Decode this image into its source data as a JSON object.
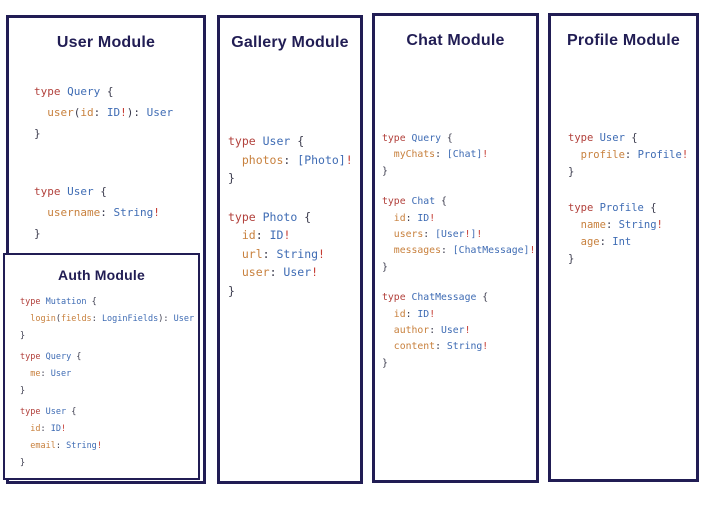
{
  "colors": {
    "panel_border": "#211d54",
    "title_text": "#211d54",
    "keyword_red": "#b2413c",
    "type_blue": "#3f6cb4",
    "field_orange": "#c8813e",
    "punctuation_dark": "#3c3c4e",
    "bang_red": "#c53b32",
    "background": "#ffffff"
  },
  "modules": [
    {
      "id": "user",
      "title": "User Module",
      "blocks": [
        [
          [
            {
              "t": "type ",
              "c": "k"
            },
            {
              "t": "Query",
              "c": "t"
            },
            {
              "t": " {",
              "c": "p"
            }
          ],
          [
            {
              "t": "  ",
              "c": "p"
            },
            {
              "t": "user",
              "c": "f"
            },
            {
              "t": "(",
              "c": "p"
            },
            {
              "t": "id",
              "c": "f"
            },
            {
              "t": ": ",
              "c": "p"
            },
            {
              "t": "ID",
              "c": "t"
            },
            {
              "t": "!",
              "c": "b"
            },
            {
              "t": "): ",
              "c": "p"
            },
            {
              "t": "User",
              "c": "t"
            }
          ],
          [
            {
              "t": "}",
              "c": "p"
            }
          ]
        ],
        [
          [
            {
              "t": "type ",
              "c": "k"
            },
            {
              "t": "User",
              "c": "t"
            },
            {
              "t": " {",
              "c": "p"
            }
          ],
          [
            {
              "t": "  ",
              "c": "p"
            },
            {
              "t": "username",
              "c": "f"
            },
            {
              "t": ": ",
              "c": "p"
            },
            {
              "t": "String",
              "c": "t"
            },
            {
              "t": "!",
              "c": "b"
            }
          ],
          [
            {
              "t": "}",
              "c": "p"
            }
          ]
        ]
      ]
    },
    {
      "id": "auth",
      "title": "Auth Module",
      "blocks": [
        [
          [
            {
              "t": "type ",
              "c": "k"
            },
            {
              "t": "Mutation",
              "c": "t"
            },
            {
              "t": " {",
              "c": "p"
            }
          ],
          [
            {
              "t": "  ",
              "c": "p"
            },
            {
              "t": "login",
              "c": "f"
            },
            {
              "t": "(",
              "c": "p"
            },
            {
              "t": "fields",
              "c": "f"
            },
            {
              "t": ": ",
              "c": "p"
            },
            {
              "t": "LoginFields",
              "c": "t"
            },
            {
              "t": "): ",
              "c": "p"
            },
            {
              "t": "User",
              "c": "t"
            }
          ],
          [
            {
              "t": "}",
              "c": "p"
            }
          ]
        ],
        [
          [
            {
              "t": "type ",
              "c": "k"
            },
            {
              "t": "Query",
              "c": "t"
            },
            {
              "t": " {",
              "c": "p"
            }
          ],
          [
            {
              "t": "  ",
              "c": "p"
            },
            {
              "t": "me",
              "c": "f"
            },
            {
              "t": ": ",
              "c": "p"
            },
            {
              "t": "User",
              "c": "t"
            }
          ],
          [
            {
              "t": "}",
              "c": "p"
            }
          ]
        ],
        [
          [
            {
              "t": "type ",
              "c": "k"
            },
            {
              "t": "User",
              "c": "t"
            },
            {
              "t": " {",
              "c": "p"
            }
          ],
          [
            {
              "t": "  ",
              "c": "p"
            },
            {
              "t": "id",
              "c": "f"
            },
            {
              "t": ": ",
              "c": "p"
            },
            {
              "t": "ID",
              "c": "t"
            },
            {
              "t": "!",
              "c": "b"
            }
          ],
          [
            {
              "t": "  ",
              "c": "p"
            },
            {
              "t": "email",
              "c": "f"
            },
            {
              "t": ": ",
              "c": "p"
            },
            {
              "t": "String",
              "c": "t"
            },
            {
              "t": "!",
              "c": "b"
            }
          ],
          [
            {
              "t": "}",
              "c": "p"
            }
          ]
        ]
      ]
    },
    {
      "id": "gallery",
      "title": "Gallery Module",
      "blocks": [
        [
          [
            {
              "t": "type ",
              "c": "k"
            },
            {
              "t": "User",
              "c": "t"
            },
            {
              "t": " {",
              "c": "p"
            }
          ],
          [
            {
              "t": "  ",
              "c": "p"
            },
            {
              "t": "photos",
              "c": "f"
            },
            {
              "t": ": ",
              "c": "p"
            },
            {
              "t": "[Photo]",
              "c": "t"
            },
            {
              "t": "!",
              "c": "b"
            }
          ],
          [
            {
              "t": "}",
              "c": "p"
            }
          ]
        ],
        [
          [
            {
              "t": "type ",
              "c": "k"
            },
            {
              "t": "Photo",
              "c": "t"
            },
            {
              "t": " {",
              "c": "p"
            }
          ],
          [
            {
              "t": "  ",
              "c": "p"
            },
            {
              "t": "id",
              "c": "f"
            },
            {
              "t": ": ",
              "c": "p"
            },
            {
              "t": "ID",
              "c": "t"
            },
            {
              "t": "!",
              "c": "b"
            }
          ],
          [
            {
              "t": "  ",
              "c": "p"
            },
            {
              "t": "url",
              "c": "f"
            },
            {
              "t": ": ",
              "c": "p"
            },
            {
              "t": "String",
              "c": "t"
            },
            {
              "t": "!",
              "c": "b"
            }
          ],
          [
            {
              "t": "  ",
              "c": "p"
            },
            {
              "t": "user",
              "c": "f"
            },
            {
              "t": ": ",
              "c": "p"
            },
            {
              "t": "User",
              "c": "t"
            },
            {
              "t": "!",
              "c": "b"
            }
          ],
          [
            {
              "t": "}",
              "c": "p"
            }
          ]
        ]
      ]
    },
    {
      "id": "chat",
      "title": "Chat Module",
      "blocks": [
        [
          [
            {
              "t": "type ",
              "c": "k"
            },
            {
              "t": "Query",
              "c": "t"
            },
            {
              "t": " {",
              "c": "p"
            }
          ],
          [
            {
              "t": "  ",
              "c": "p"
            },
            {
              "t": "myChats",
              "c": "f"
            },
            {
              "t": ": ",
              "c": "p"
            },
            {
              "t": "[Chat]",
              "c": "t"
            },
            {
              "t": "!",
              "c": "b"
            }
          ],
          [
            {
              "t": "}",
              "c": "p"
            }
          ]
        ],
        [
          [
            {
              "t": "type ",
              "c": "k"
            },
            {
              "t": "Chat",
              "c": "t"
            },
            {
              "t": " {",
              "c": "p"
            }
          ],
          [
            {
              "t": "  ",
              "c": "p"
            },
            {
              "t": "id",
              "c": "f"
            },
            {
              "t": ": ",
              "c": "p"
            },
            {
              "t": "ID",
              "c": "t"
            },
            {
              "t": "!",
              "c": "b"
            }
          ],
          [
            {
              "t": "  ",
              "c": "p"
            },
            {
              "t": "users",
              "c": "f"
            },
            {
              "t": ": ",
              "c": "p"
            },
            {
              "t": "[User",
              "c": "t"
            },
            {
              "t": "!",
              "c": "b"
            },
            {
              "t": "]",
              "c": "t"
            },
            {
              "t": "!",
              "c": "b"
            }
          ],
          [
            {
              "t": "  ",
              "c": "p"
            },
            {
              "t": "messages",
              "c": "f"
            },
            {
              "t": ": ",
              "c": "p"
            },
            {
              "t": "[ChatMessage]",
              "c": "t"
            },
            {
              "t": "!",
              "c": "b"
            }
          ],
          [
            {
              "t": "}",
              "c": "p"
            }
          ]
        ],
        [
          [
            {
              "t": "type ",
              "c": "k"
            },
            {
              "t": "ChatMessage",
              "c": "t"
            },
            {
              "t": " {",
              "c": "p"
            }
          ],
          [
            {
              "t": "  ",
              "c": "p"
            },
            {
              "t": "id",
              "c": "f"
            },
            {
              "t": ": ",
              "c": "p"
            },
            {
              "t": "ID",
              "c": "t"
            },
            {
              "t": "!",
              "c": "b"
            }
          ],
          [
            {
              "t": "  ",
              "c": "p"
            },
            {
              "t": "author",
              "c": "f"
            },
            {
              "t": ": ",
              "c": "p"
            },
            {
              "t": "User",
              "c": "t"
            },
            {
              "t": "!",
              "c": "b"
            }
          ],
          [
            {
              "t": "  ",
              "c": "p"
            },
            {
              "t": "content",
              "c": "f"
            },
            {
              "t": ": ",
              "c": "p"
            },
            {
              "t": "String",
              "c": "t"
            },
            {
              "t": "!",
              "c": "b"
            }
          ],
          [
            {
              "t": "}",
              "c": "p"
            }
          ]
        ]
      ]
    },
    {
      "id": "profile",
      "title": "Profile Module",
      "blocks": [
        [
          [
            {
              "t": "type ",
              "c": "k"
            },
            {
              "t": "User",
              "c": "t"
            },
            {
              "t": " {",
              "c": "p"
            }
          ],
          [
            {
              "t": "  ",
              "c": "p"
            },
            {
              "t": "profile",
              "c": "f"
            },
            {
              "t": ": ",
              "c": "p"
            },
            {
              "t": "Profile",
              "c": "t"
            },
            {
              "t": "!",
              "c": "b"
            }
          ],
          [
            {
              "t": "}",
              "c": "p"
            }
          ]
        ],
        [
          [
            {
              "t": "type ",
              "c": "k"
            },
            {
              "t": "Profile",
              "c": "t"
            },
            {
              "t": " {",
              "c": "p"
            }
          ],
          [
            {
              "t": "  ",
              "c": "p"
            },
            {
              "t": "name",
              "c": "f"
            },
            {
              "t": ": ",
              "c": "p"
            },
            {
              "t": "String",
              "c": "t"
            },
            {
              "t": "!",
              "c": "b"
            }
          ],
          [
            {
              "t": "  ",
              "c": "p"
            },
            {
              "t": "age",
              "c": "f"
            },
            {
              "t": ": ",
              "c": "p"
            },
            {
              "t": "Int",
              "c": "t"
            }
          ],
          [
            {
              "t": "}",
              "c": "p"
            }
          ]
        ]
      ]
    }
  ]
}
